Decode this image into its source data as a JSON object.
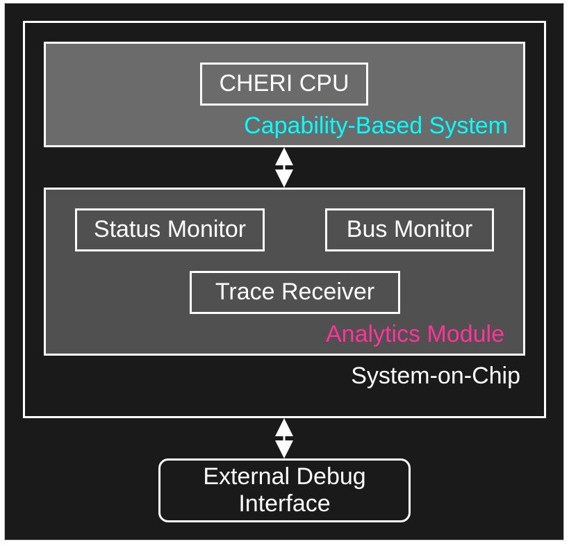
{
  "soc": {
    "label": "System-on-Chip"
  },
  "capability_system": {
    "label": "Capability-Based System",
    "label_color": "#00ffff",
    "cpu": "CHERI CPU"
  },
  "analytics_module": {
    "label": "Analytics Module",
    "label_color": "#ff3399",
    "status_monitor": "Status Monitor",
    "bus_monitor": "Bus Monitor",
    "trace_receiver": "Trace Receiver"
  },
  "external_debug": {
    "line1": "External Debug",
    "line2": "Interface"
  }
}
